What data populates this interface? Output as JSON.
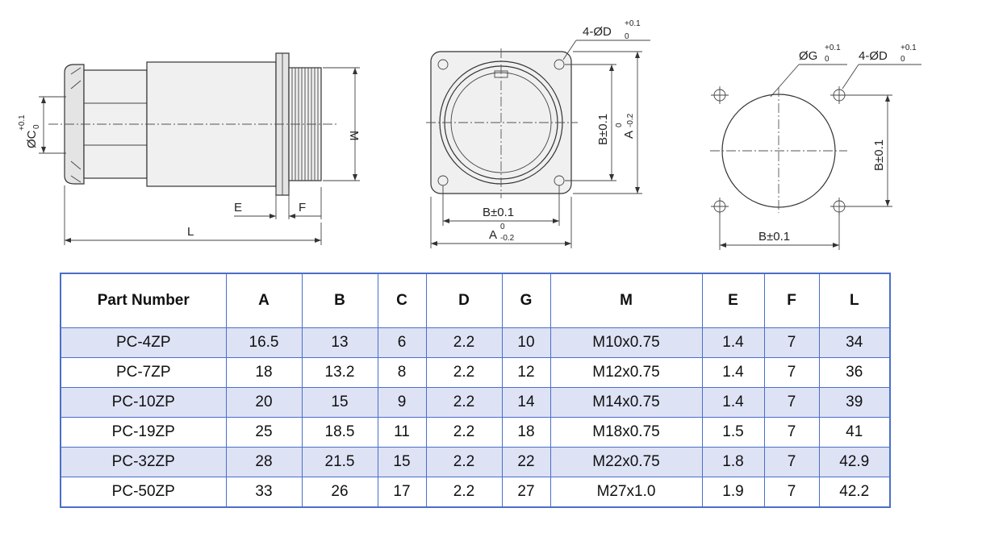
{
  "drawing": {
    "side_view": {
      "label_c": "ØC",
      "label_c_tol": "+0.1",
      "label_c_tol2": "0",
      "label_m": "M",
      "label_e": "E",
      "label_f": "F",
      "label_l": "L"
    },
    "front_view": {
      "hole_label": "4-ØD",
      "hole_tol": "+0.1",
      "hole_tol2": "0",
      "label_b": "B±0.1",
      "label_a": "A",
      "label_a_tol1": "0",
      "label_a_tol2": "-0.2",
      "label_b_v": "B±0.1",
      "label_a_v": "A",
      "label_a_v_tol1": "0",
      "label_a_v_tol2": "-0.2"
    },
    "panel_cutout": {
      "label_g": "ØG",
      "label_g_tol": "+0.1",
      "label_g_tol2": "0",
      "hole_label": "4-ØD",
      "hole_tol": "+0.1",
      "hole_tol2": "0",
      "label_b_h": "B±0.1",
      "label_b_v": "B±0.1"
    }
  },
  "table": {
    "headers": [
      "Part Number",
      "A",
      "B",
      "C",
      "D",
      "G",
      "M",
      "E",
      "F",
      "L"
    ],
    "rows": [
      [
        "PC-4ZP",
        "16.5",
        "13",
        "6",
        "2.2",
        "10",
        "M10x0.75",
        "1.4",
        "7",
        "34"
      ],
      [
        "PC-7ZP",
        "18",
        "13.2",
        "8",
        "2.2",
        "12",
        "M12x0.75",
        "1.4",
        "7",
        "36"
      ],
      [
        "PC-10ZP",
        "20",
        "15",
        "9",
        "2.2",
        "14",
        "M14x0.75",
        "1.4",
        "7",
        "39"
      ],
      [
        "PC-19ZP",
        "25",
        "18.5",
        "11",
        "2.2",
        "18",
        "M18x0.75",
        "1.5",
        "7",
        "41"
      ],
      [
        "PC-32ZP",
        "28",
        "21.5",
        "15",
        "2.2",
        "22",
        "M22x0.75",
        "1.8",
        "7",
        "42.9"
      ],
      [
        "PC-50ZP",
        "33",
        "26",
        "17",
        "2.2",
        "27",
        "M27x1.0",
        "1.9",
        "7",
        "42.2"
      ]
    ]
  },
  "colors": {
    "table_border": "#4a6ec9",
    "row_shade": "#dde2f5"
  }
}
